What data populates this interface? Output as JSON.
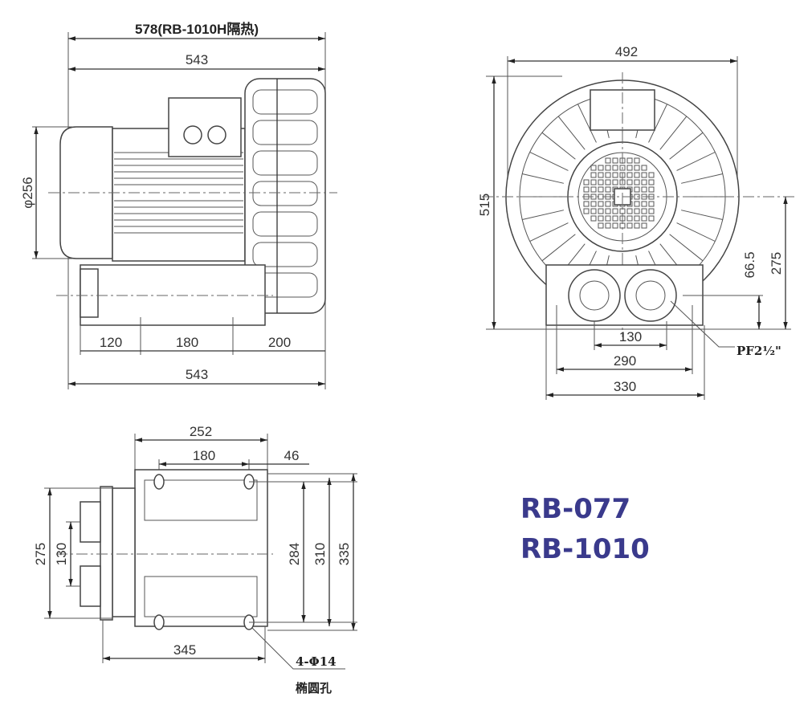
{
  "side_view": {
    "dim_total_insulated": "578(RB-1010H隔热)",
    "dim_length_top": "543",
    "dim_diameter": "φ256",
    "dim_base_a": "120",
    "dim_base_b": "180",
    "dim_base_c": "200",
    "dim_length_bottom": "543"
  },
  "front_view": {
    "dim_width": "492",
    "dim_height": "515",
    "dim_center_height": "275",
    "dim_port_height": "66.5",
    "dim_port_spacing": "130",
    "dim_foot_holes": "290",
    "dim_base_width": "330",
    "port_label": "PF2½\""
  },
  "bottom_view": {
    "dim_width_252": "252",
    "dim_hole_180": "180",
    "dim_offset_46": "46",
    "dim_275": "275",
    "dim_130": "130",
    "dim_284": "284",
    "dim_310": "310",
    "dim_335": "335",
    "dim_345": "345",
    "hole_spec": "4-Φ14",
    "hole_type": "椭圆孔"
  },
  "models": [
    "RB-077",
    "RB-1010"
  ],
  "colors": {
    "model_text": "#3a3a8c",
    "line": "#333333"
  }
}
